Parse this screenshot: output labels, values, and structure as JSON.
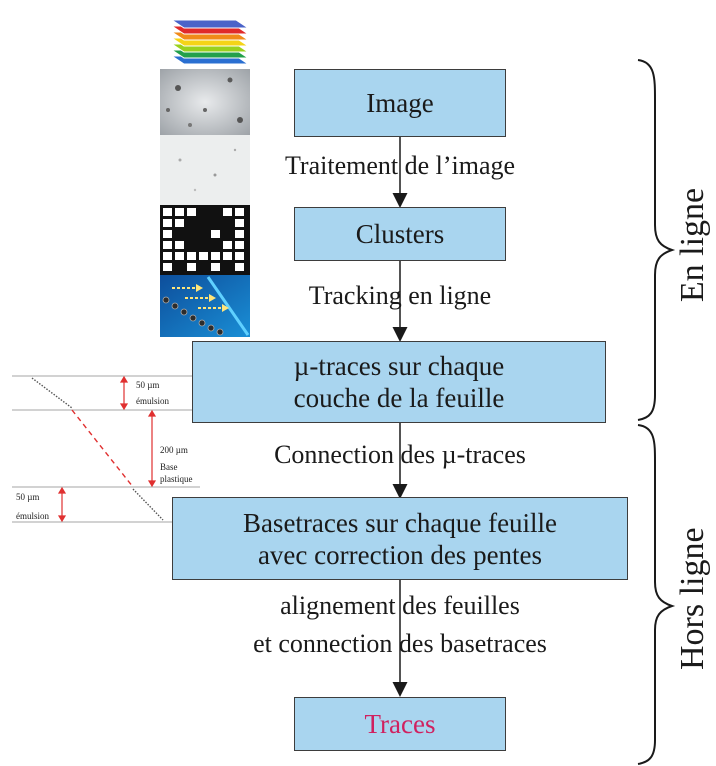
{
  "boxes": {
    "image": "Image",
    "clusters": "Clusters",
    "microtraces": [
      "µ-traces sur chaque",
      "couche de la feuille"
    ],
    "basetraces": [
      "Basetraces sur chaque feuille",
      "avec correction des pentes"
    ],
    "traces": "Traces"
  },
  "steps": {
    "image_processing": "Traitement de l’image",
    "online_tracking": "Tracking en ligne",
    "connection": "Connection des µ-traces",
    "alignment": [
      "alignement des feuilles",
      "et connection des basetraces"
    ]
  },
  "sides": {
    "online": "En ligne",
    "offline": "Hors ligne"
  },
  "emulsion_sketch": {
    "top_thickness": "50 µm",
    "top_layer": "émulsion",
    "base_thickness": "200 µm",
    "base_label_1": "Base",
    "base_label_2": "plastique",
    "bottom_thickness": "50 µm",
    "bottom_layer": "émulsion"
  },
  "colors": {
    "box_fill": "#a9d5ef",
    "traces_text": "#d0215f",
    "arrow": "#1a1a1a"
  }
}
